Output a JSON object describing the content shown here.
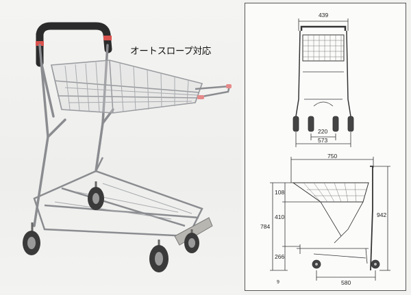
{
  "caption": "オートスロープ対応",
  "front_view": {
    "top_width": "439",
    "wheel_span_inner": "220",
    "wheel_span_outer": "573"
  },
  "side_view": {
    "overall_length": "750",
    "basket_height": "108",
    "mid_height": "410",
    "total_left_height": "784",
    "bottom_height": "266",
    "overall_height": "942",
    "wheelbase": "580",
    "page_mark": "9"
  }
}
